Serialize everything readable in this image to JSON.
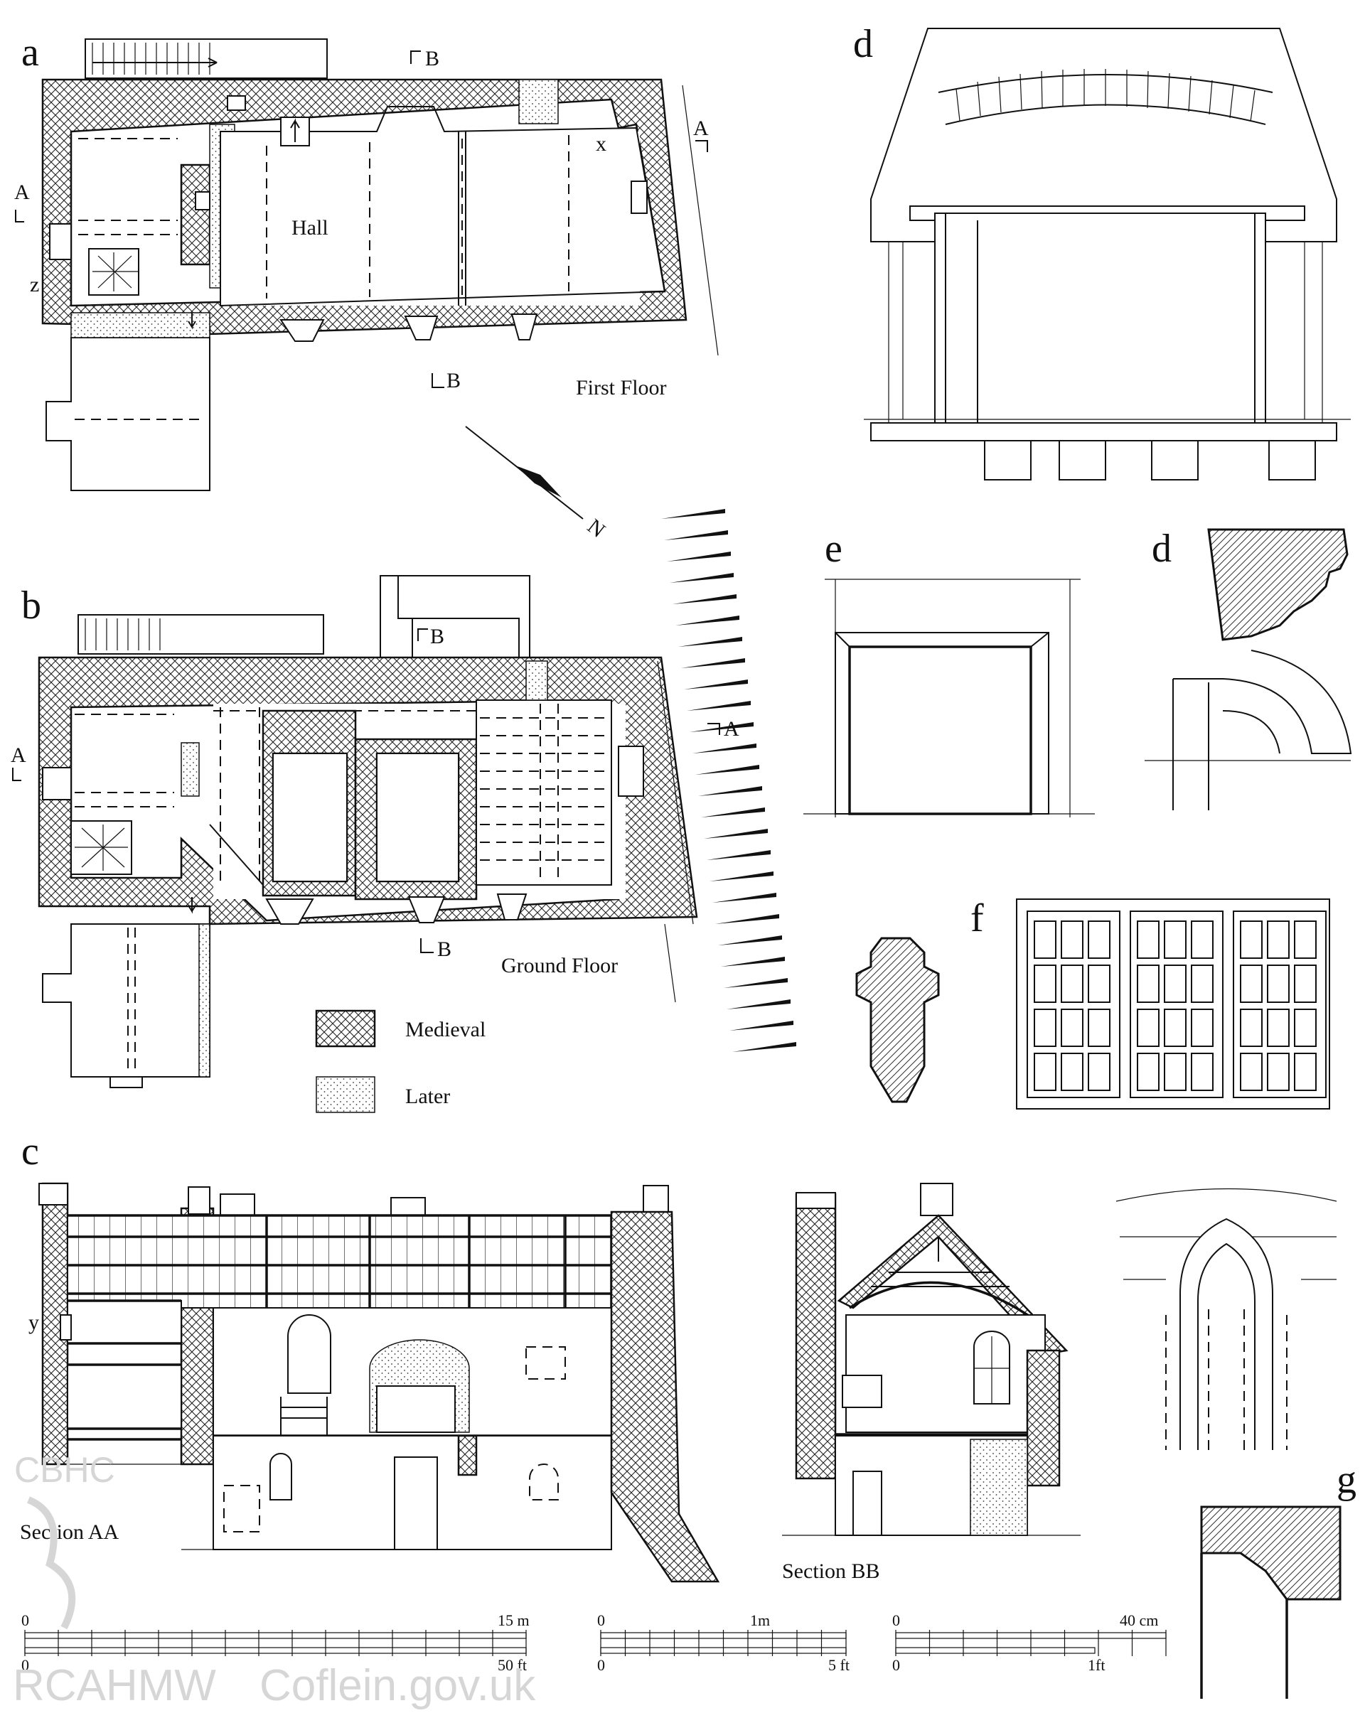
{
  "figure": {
    "panel_letters": {
      "a": "a",
      "b": "b",
      "c": "c",
      "d_top": "d",
      "d_profile": "d",
      "e": "e",
      "f": "f",
      "g": "g"
    },
    "plans": {
      "first_floor_label": "First Floor",
      "ground_floor_label": "Ground Floor",
      "hall_label": "Hall",
      "section_marks": {
        "A": "A",
        "B": "B"
      },
      "point_marks": {
        "x": "x",
        "y": "y",
        "z": "z"
      },
      "north_label": "N"
    },
    "legend": {
      "medieval": "Medieval",
      "later": "Later"
    },
    "sections": {
      "aa": "Section  AA",
      "bb": "Section  BB"
    },
    "scales": [
      {
        "top_start": "0",
        "top_end": "15 m",
        "bottom_start": "0",
        "bottom_end": "50 ft"
      },
      {
        "top_start": "0",
        "top_end": "1m",
        "bottom_start": "0",
        "bottom_end": "5 ft"
      },
      {
        "top_start": "0",
        "top_end": "40 cm",
        "bottom_start": "0",
        "bottom_end": "1ft"
      }
    ],
    "watermarks": {
      "corner_mark": "CBHC",
      "bottom_left": "RCAHMW",
      "bottom_right": "Coflein.gov.uk"
    }
  }
}
